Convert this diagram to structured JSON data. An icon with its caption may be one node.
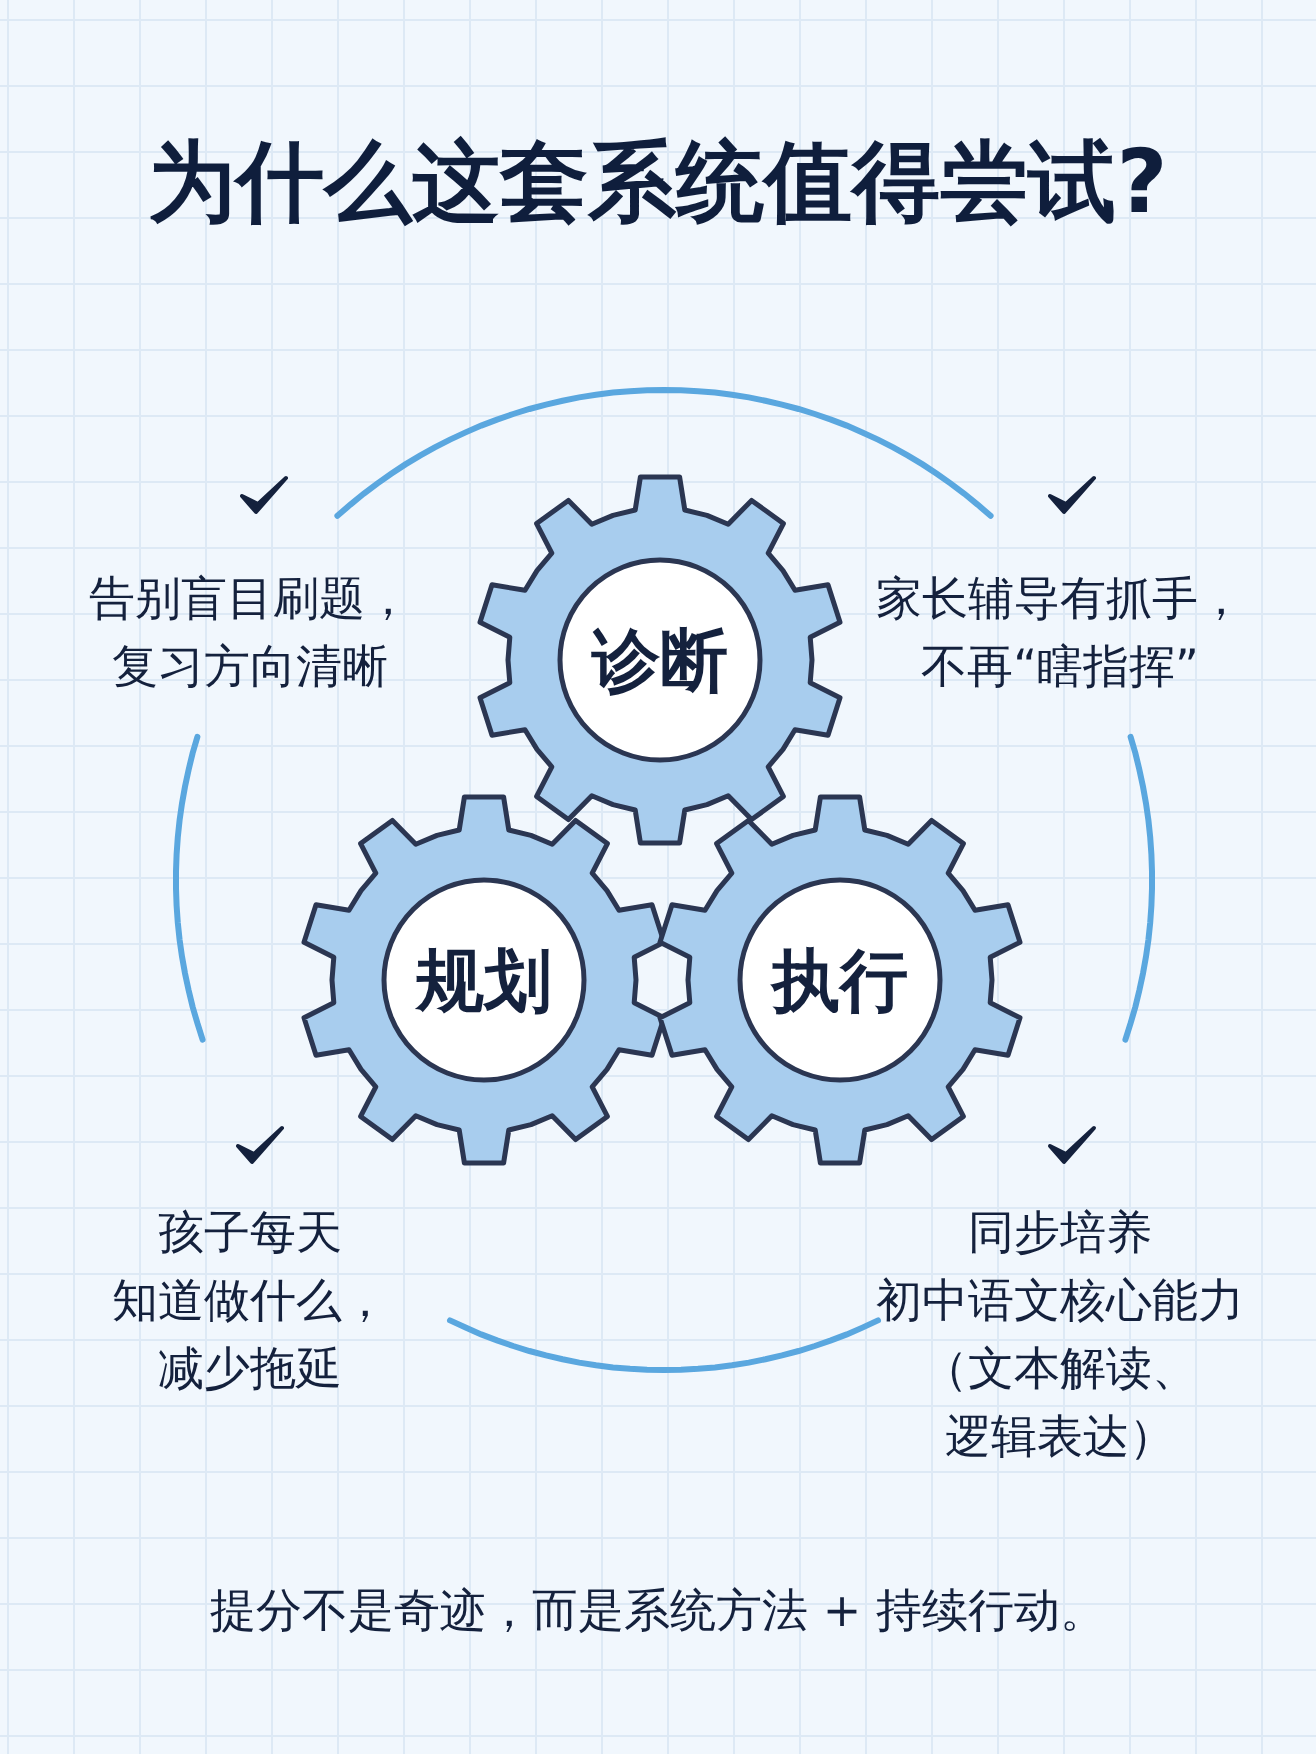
{
  "diagram": {
    "title": "为什么这套系统值得尝试?",
    "nodes": [
      {
        "text": [
          "诊断"
        ]
      },
      {
        "text": [
          "规划"
        ]
      },
      {
        "text": [
          "执行"
        ]
      }
    ],
    "edges": [],
    "labels": [
      "告别盲目刷题，复习方向清晰",
      "家长辅导有抓手，不再“瞎指挥”",
      "孩子每天知道做什么，减少拖延",
      "同步培养初中语文核心能力（文本解读、逻辑表达）"
    ],
    "caption": "提分不是奇迹，而是系统方法 + 持续行动。"
  }
}
